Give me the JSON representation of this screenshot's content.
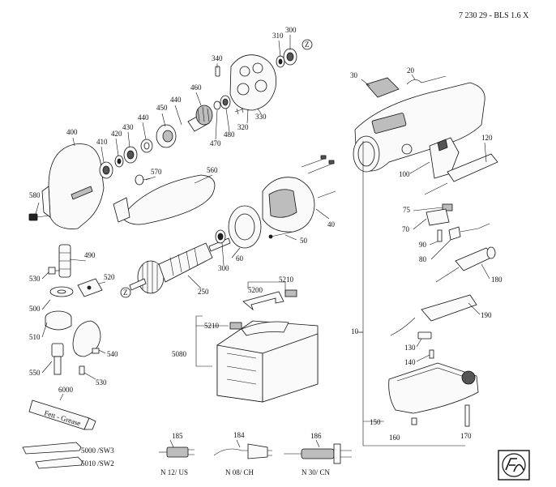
{
  "header": {
    "doc_code": "7 230 29 - BLS 1.6 X"
  },
  "logo": {
    "text": "Fein"
  },
  "labels": {
    "l10": "10",
    "l20": "20",
    "l30": "30",
    "l40": "40",
    "l50": "50",
    "l60": "60",
    "l70": "70",
    "l75": "75",
    "l80": "80",
    "l90": "90",
    "l100": "100",
    "l120": "120",
    "l130": "130",
    "l140": "140",
    "l150": "150",
    "l160": "160",
    "l170": "170",
    "l180": "180",
    "l184": "184",
    "l185": "185",
    "l186": "186",
    "l190": "190",
    "l250": "250",
    "l300a": "300",
    "l300b": "300",
    "l310": "310",
    "l320": "320",
    "l330": "330",
    "l340": "340",
    "l400": "400",
    "l410": "410",
    "l420": "420",
    "l430": "430",
    "l440a": "440",
    "l440b": "440",
    "l450": "450",
    "l460": "460",
    "l470": "470",
    "l480": "480",
    "l490": "490",
    "l500": "500",
    "l510": "510",
    "l520": "520",
    "l530a": "530",
    "l530b": "530",
    "l540": "540",
    "l550": "550",
    "l560": "560",
    "l570": "570",
    "l580": "580",
    "l5000": "5000 /SW3",
    "l5010": "5010 /SW2",
    "l5080": "5080",
    "l5200": "5200",
    "l5210a": "5210",
    "l5210b": "5210",
    "l6000": "6000",
    "z1": "Z",
    "z2": "Z"
  },
  "plugs": {
    "n12": "N 12/ US",
    "n08": "N 08/ CH",
    "n30": "N 30/ CN"
  },
  "grease": {
    "text": "Fett - Grease"
  }
}
